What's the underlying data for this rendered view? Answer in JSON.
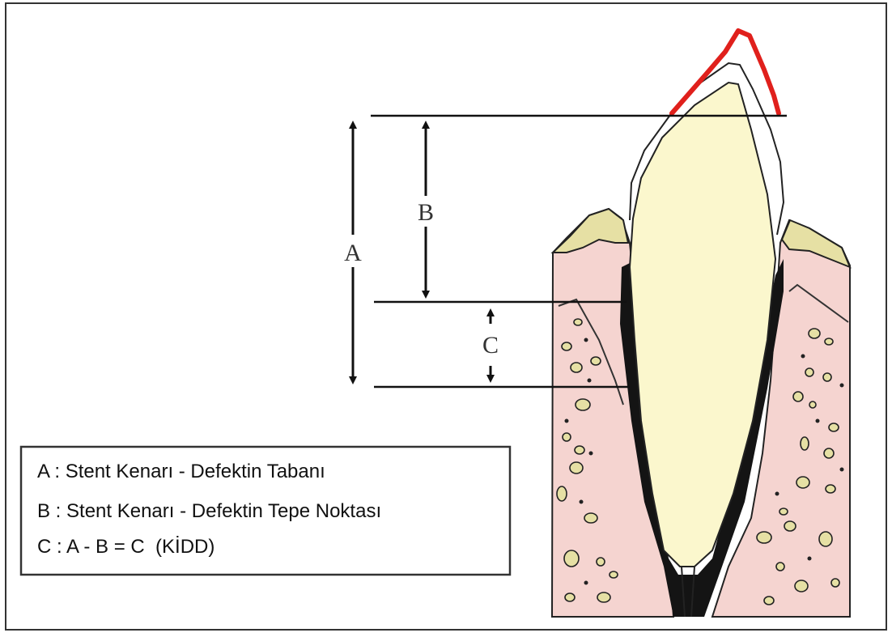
{
  "diagram": {
    "labels": {
      "a": "A",
      "b": "B",
      "c": "C"
    },
    "legend": [
      "A : Stent Kenarı - Defektin Tabanı",
      "B : Stent Kenarı - Defektin Tepe Noktası",
      "C : A - B = C  (KİDD)"
    ],
    "colors": {
      "crown_outline": "#e0201c",
      "dentin": "#fbf7cd",
      "bone": "#f5d4d0",
      "gingiva": "#e6e0a4",
      "ligament": "#141414"
    }
  }
}
